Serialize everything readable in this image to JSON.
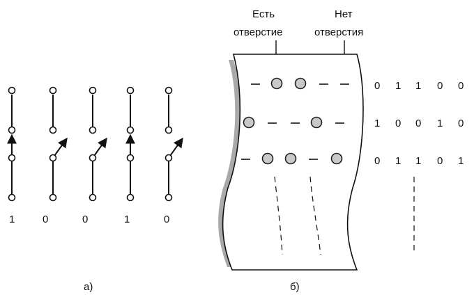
{
  "panel_a": {
    "caption": "а)",
    "switch_states": [
      "1",
      "0",
      "0",
      "1",
      "0"
    ]
  },
  "panel_b": {
    "caption": "б)",
    "label_hole": [
      "Есть",
      "отверстие"
    ],
    "label_no_hole": [
      "Нет",
      "отверстия"
    ],
    "rows": [
      [
        "0",
        "1",
        "1",
        "0",
        "0"
      ],
      [
        "1",
        "0",
        "0",
        "1",
        "0"
      ],
      [
        "0",
        "1",
        "1",
        "0",
        "1"
      ]
    ]
  }
}
